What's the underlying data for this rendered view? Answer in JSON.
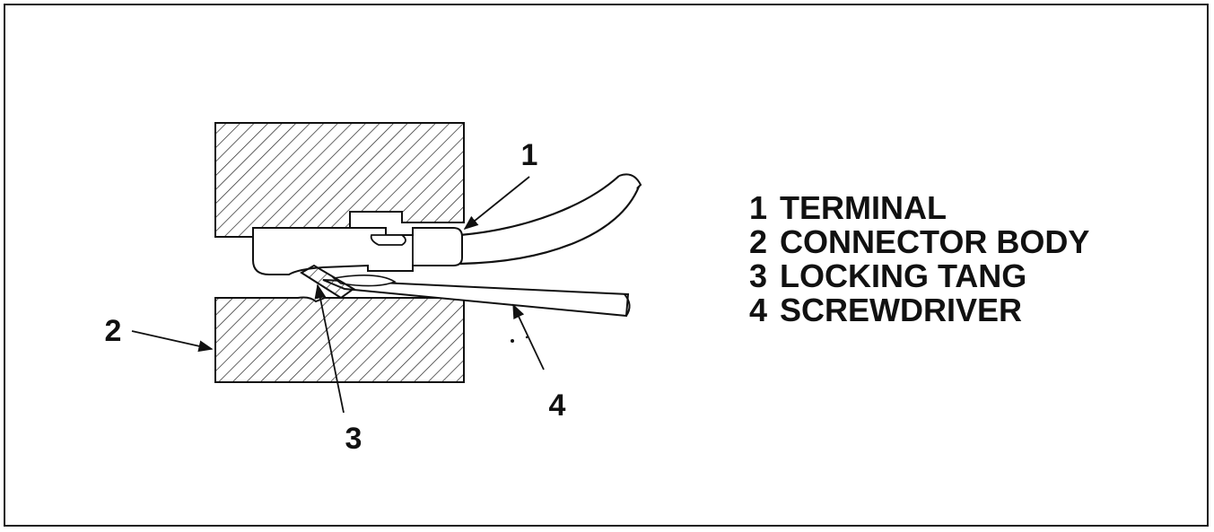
{
  "callouts": {
    "c1": "1",
    "c2": "2",
    "c3": "3",
    "c4": "4"
  },
  "legend": [
    {
      "num": "1",
      "label": "TERMINAL"
    },
    {
      "num": "2",
      "label": "CONNECTOR BODY"
    },
    {
      "num": "3",
      "label": "LOCKING TANG"
    },
    {
      "num": "4",
      "label": "SCREWDRIVER"
    }
  ]
}
